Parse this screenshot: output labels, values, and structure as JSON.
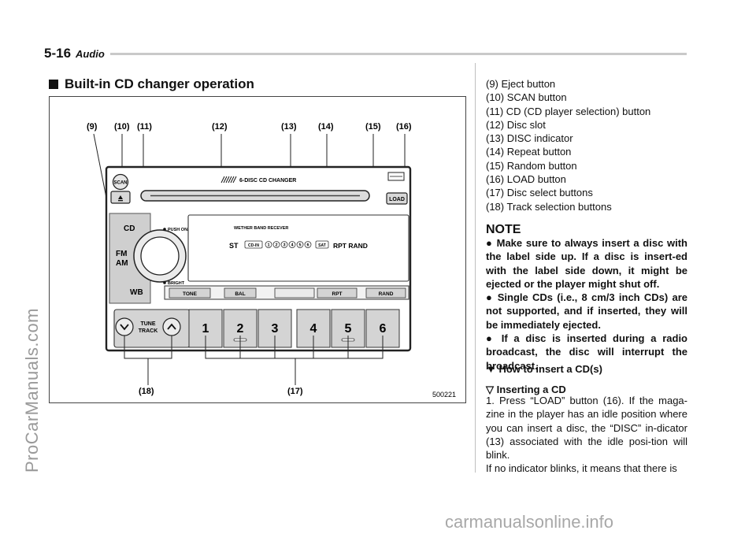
{
  "header": {
    "page_number": "5-16",
    "section": "Audio"
  },
  "section_title": "Built-in CD changer operation",
  "figure": {
    "callouts": {
      "c9": "(9)",
      "c10": "(10)",
      "c11": "(11)",
      "c12": "(12)",
      "c13": "(13)",
      "c14": "(14)",
      "c15": "(15)",
      "c16": "(16)",
      "c17": "(17)",
      "c18": "(18)"
    },
    "figure_number": "500221",
    "unit": {
      "scan": "SCAN",
      "load": "LOAD",
      "changer_title": "6-DISC CD CHANGER",
      "cd": "CD",
      "fm": "FM",
      "am": "AM",
      "wb": "WB",
      "push_onvol": "PUSH ON/VOL",
      "receiver": "WETHER BAND RECEVER",
      "st": "ST",
      "cd_in": "CD-IN",
      "disc_digits": [
        "1",
        "2",
        "3",
        "4",
        "5",
        "6"
      ],
      "sat": "SAT",
      "rpt_rand": "RPT RAND",
      "bright": "BRIGHT",
      "tone": "TONE",
      "bal": "BAL",
      "rpt": "RPT",
      "rand": "RAND",
      "tune": "TUNE",
      "track": "TRACK",
      "presets": [
        "1",
        "2",
        "3",
        "4",
        "5",
        "6"
      ]
    }
  },
  "list_items": [
    "(9)   Eject button",
    "(10) SCAN button",
    "(11) CD (CD player selection) button",
    "(12) Disc slot",
    "(13) DISC indicator",
    "(14) Repeat button",
    "(15) Random button",
    "(16) LOAD button",
    "(17) Disc select buttons",
    "(18) Track selection buttons"
  ],
  "note": {
    "title": "NOTE",
    "items": [
      "● Make sure to always insert a disc with the label side up. If a disc is insert-ed with the label side down, it might be ejected or the player might shut off.",
      "● Single CDs (i.e., 8 cm/3 inch CDs) are not supported, and if inserted, they will be immediately ejected.",
      "● If a disc is inserted during a radio broadcast, the disc will interrupt the broadcast."
    ]
  },
  "subheading_1": "▼ How to insert a CD(s)",
  "subheading_2": "▽ Inserting a CD",
  "paragraphs": [
    "1.  Press “LOAD” button (16). If the maga-zine in the player has an idle position where you can insert a disc, the “DISC” in-dicator (13) associated with the idle posi-tion will blink.",
    "If no indicator blinks, it means that there is"
  ],
  "watermarks": {
    "left": "ProCarManuals.com",
    "bottom": "carmanualsonline.info"
  }
}
